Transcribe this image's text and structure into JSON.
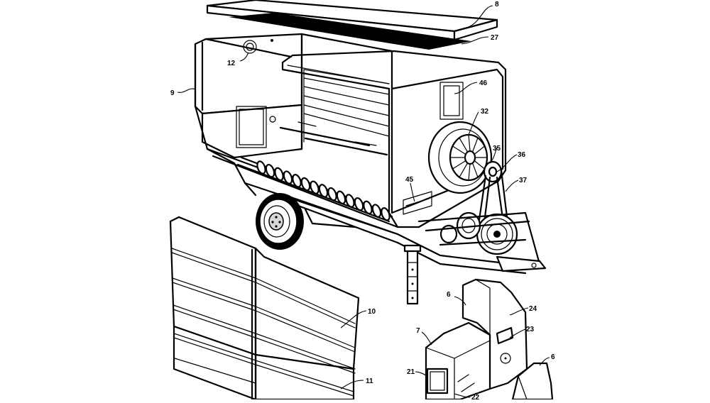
{
  "callouts": [
    {
      "id": "c8",
      "text": "8"
    },
    {
      "id": "c27",
      "text": "27"
    },
    {
      "id": "c12",
      "text": "12"
    },
    {
      "id": "c9",
      "text": "9"
    },
    {
      "id": "c46",
      "text": "46"
    },
    {
      "id": "c32",
      "text": "32"
    },
    {
      "id": "c35",
      "text": "35"
    },
    {
      "id": "c36",
      "text": "36"
    },
    {
      "id": "c37",
      "text": "37"
    },
    {
      "id": "c45",
      "text": "45"
    },
    {
      "id": "c10",
      "text": "10"
    },
    {
      "id": "c11",
      "text": "11"
    },
    {
      "id": "c6a",
      "text": "6"
    },
    {
      "id": "c24",
      "text": "24"
    },
    {
      "id": "c7",
      "text": "7"
    },
    {
      "id": "c23",
      "text": "23"
    },
    {
      "id": "c21",
      "text": "21"
    },
    {
      "id": "c6b",
      "text": "6"
    },
    {
      "id": "c22",
      "text": "22"
    }
  ]
}
